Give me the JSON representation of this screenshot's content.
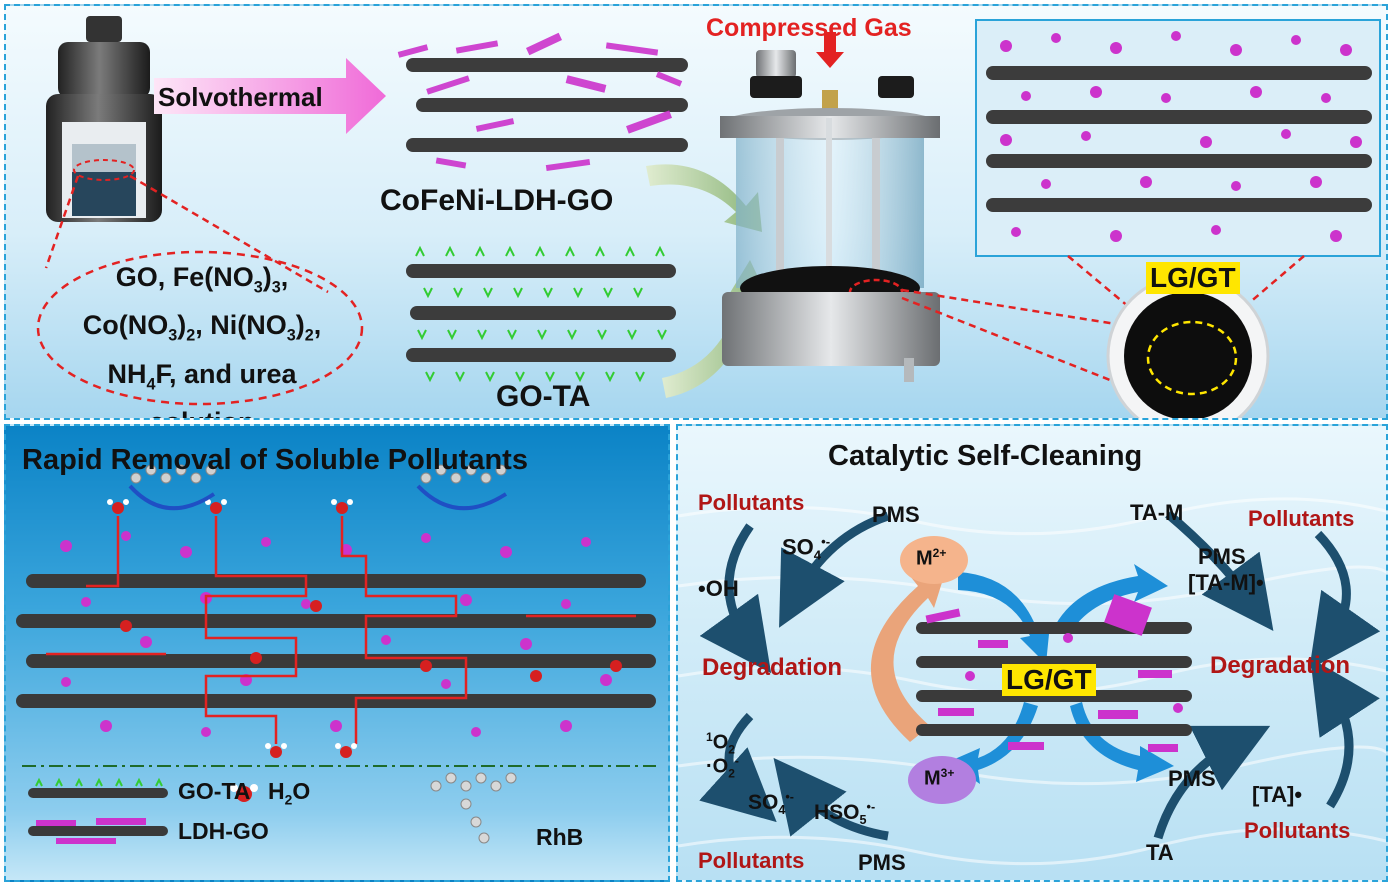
{
  "top": {
    "solvothermal": "Solvothermal",
    "compressed_gas": "Compressed Gas",
    "cofeni": "CoFeNi-LDH-GO",
    "gota": "GO-TA",
    "lggt": "LG/GT",
    "precursor_line1": "GO, Fe(NO",
    "precursor_line1_sub": "3",
    "precursor_line1_end": ")",
    "precursor_line1_sub2": "3",
    "precursor_line1_comma": ",",
    "precursor_line2a": "Co(NO",
    "precursor_line2a_sub": "3",
    "precursor_line2a_end": ")",
    "precursor_line2a_sub2": "2",
    "precursor_line2b": ",  Ni(NO",
    "precursor_line2b_sub": "3",
    "precursor_line2b_end": ")",
    "precursor_line2b_sub2": "2",
    "precursor_line2b_comma": ",",
    "precursor_line3a": "NH",
    "precursor_line3a_sub": "4",
    "precursor_line3b": "F,  and urea",
    "precursor_line4": "solution"
  },
  "left": {
    "title": "Rapid Removal of Soluble Pollutants",
    "legend_gota": "GO-TA",
    "legend_h2o": "H",
    "legend_h2o_sub": "2",
    "legend_h2o_end": "O",
    "legend_ldhgo": "LDH-GO",
    "legend_rhb": "RhB"
  },
  "right": {
    "title": "Catalytic Self-Cleaning",
    "pollutants": "Pollutants",
    "pms": "PMS",
    "so4": "SO",
    "so4_sub": "4",
    "so4_sup": "•-",
    "oh": "•OH",
    "degradation": "Degradation",
    "m2": "M",
    "m2_sup": "2+",
    "m3": "M",
    "m3_sup": "3+",
    "lggt": "LG/GT",
    "o2_singlet_pre": "1",
    "o2_singlet": "O",
    "o2_singlet_sub": "2",
    "o2_radical": "·O",
    "o2_radical_sub": "2",
    "o2_radical_sup": "-",
    "hso5": "HSO",
    "hso5_sub": "5",
    "hso5_sup": "•-",
    "tam": "TA-M",
    "tam_radical": "[TA-M]•",
    "ta_radical": "[TA]•",
    "ta": "TA"
  },
  "colors": {
    "border": "#2aa3d9",
    "red_text": "#b01616",
    "red_dash": "#e32222",
    "magenta": "#cc33cc",
    "green": "#33cc33",
    "dark_arrow": "#1d4f6e",
    "blue_arrow": "#1e8fd8",
    "peach_arrow": "#eaa47a",
    "m2_fill": "#f5b48c",
    "m3_fill": "#b27fe0",
    "highlight": "#ffe600"
  }
}
